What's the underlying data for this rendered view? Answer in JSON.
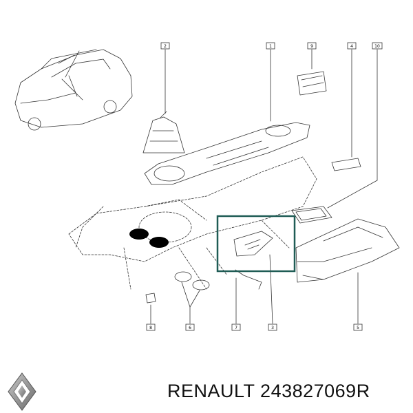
{
  "callouts": [
    "2",
    "1",
    "9",
    "4",
    "10",
    "8",
    "6",
    "7",
    "3",
    "5"
  ],
  "footer": {
    "brand": "RENAULT",
    "part_number": "243827069R"
  },
  "logo": {
    "name": "renault-diamond-logo"
  },
  "colors": {
    "line": "#333333",
    "highlight_box": "#1f5c55",
    "background": "#ffffff"
  }
}
